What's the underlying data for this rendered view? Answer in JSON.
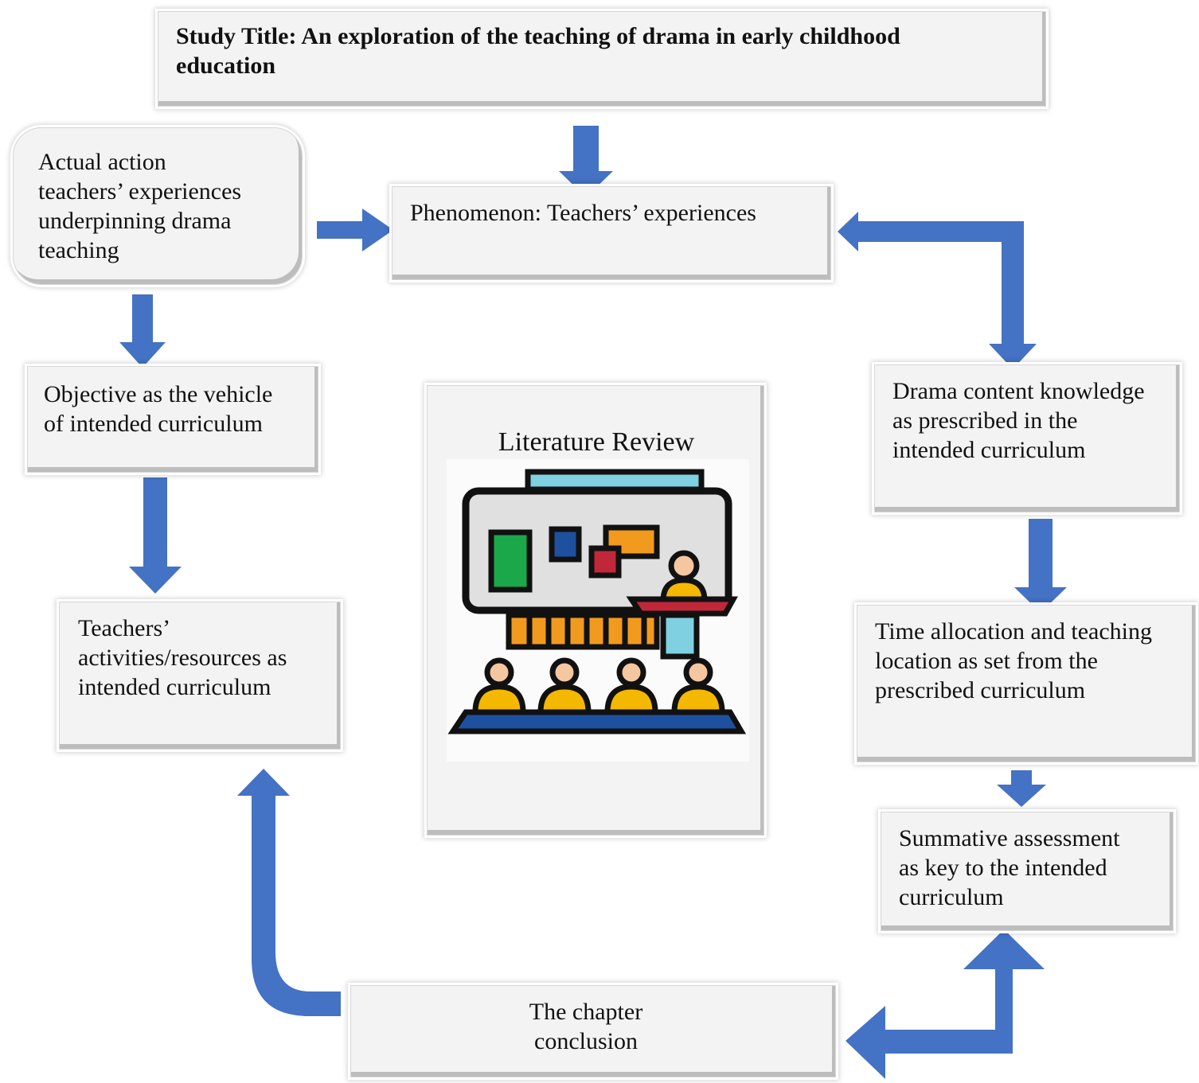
{
  "title_box": {
    "text": "Study Title: An exploration of the teaching of drama in early childhood\neducation"
  },
  "actual_action_box": {
    "text": "Actual action\nteachers’ experiences\nunderpinning drama\nteaching"
  },
  "phenomenon_box": {
    "text": "Phenomenon: Teachers’ experiences"
  },
  "objective_box": {
    "text": "Objective as the vehicle\nof intended curriculum"
  },
  "literature_box": {
    "text": "Literature Review",
    "icon": "presentation-audience-icon"
  },
  "drama_content_box": {
    "text": "Drama content knowledge\nas prescribed in the\nintended curriculum"
  },
  "teachers_activities_box": {
    "text": "Teachers’\nactivities/resources as\nintended curriculum"
  },
  "time_allocation_box": {
    "text": "Time allocation and teaching\nlocation as set from the\nprescribed curriculum"
  },
  "summative_box": {
    "text": "Summative assessment\nas key to the intended\ncurriculum"
  },
  "conclusion_box": {
    "text": "The chapter\nconclusion"
  },
  "colors": {
    "arrow": "#4472c4",
    "box_fill": "#f3f3f3"
  }
}
